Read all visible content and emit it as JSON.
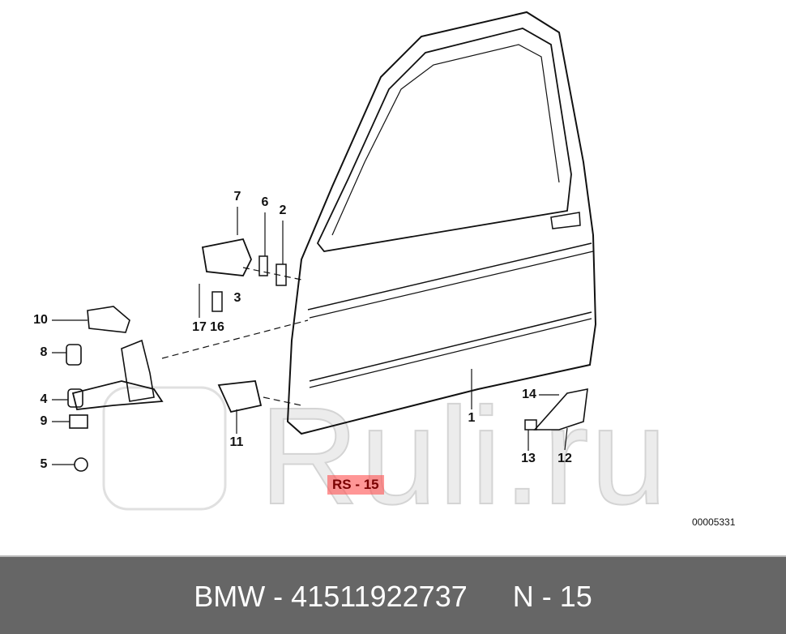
{
  "diagram": {
    "callouts": [
      "1",
      "2",
      "3",
      "4",
      "5",
      "6",
      "7",
      "8",
      "9",
      "10",
      "11",
      "12",
      "13",
      "14",
      "16",
      "17"
    ],
    "watermark": "Ruli.ru",
    "section_badge": "RS - 15",
    "diagram_code": "00005331"
  },
  "footer": {
    "part_label": "BMW - 41511922737",
    "position_label": "N - 15"
  },
  "colors": {
    "footer_bg": "#666666",
    "badge": "#ff5050"
  }
}
